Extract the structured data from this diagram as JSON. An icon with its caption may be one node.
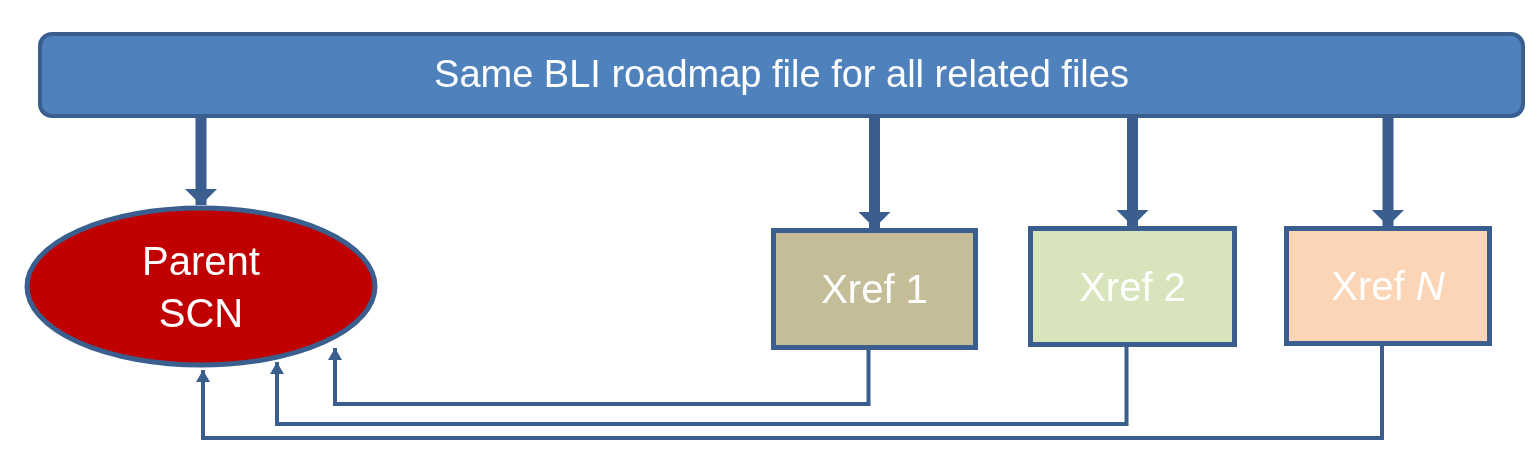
{
  "diagram": {
    "nodes": [
      {
        "text": [
          "Same BLI roadmap file for all related files"
        ]
      },
      {
        "text": [
          "Parent SCN"
        ]
      },
      {
        "text": [
          "Xref 1"
        ]
      },
      {
        "text": [
          "Xref 2"
        ]
      },
      {
        "text": [
          "Xref *N*"
        ]
      }
    ],
    "edges": [
      {
        "from": 0,
        "to": 1,
        "arrow": "to"
      },
      {
        "from": 0,
        "to": 2,
        "arrow": "to"
      },
      {
        "from": 0,
        "to": 3,
        "arrow": "to"
      },
      {
        "from": 0,
        "to": 4,
        "arrow": "to"
      },
      {
        "from": 2,
        "to": 1,
        "arrow": "to"
      },
      {
        "from": 3,
        "to": 1,
        "arrow": "to"
      },
      {
        "from": 4,
        "to": 1,
        "arrow": "to"
      }
    ]
  }
}
